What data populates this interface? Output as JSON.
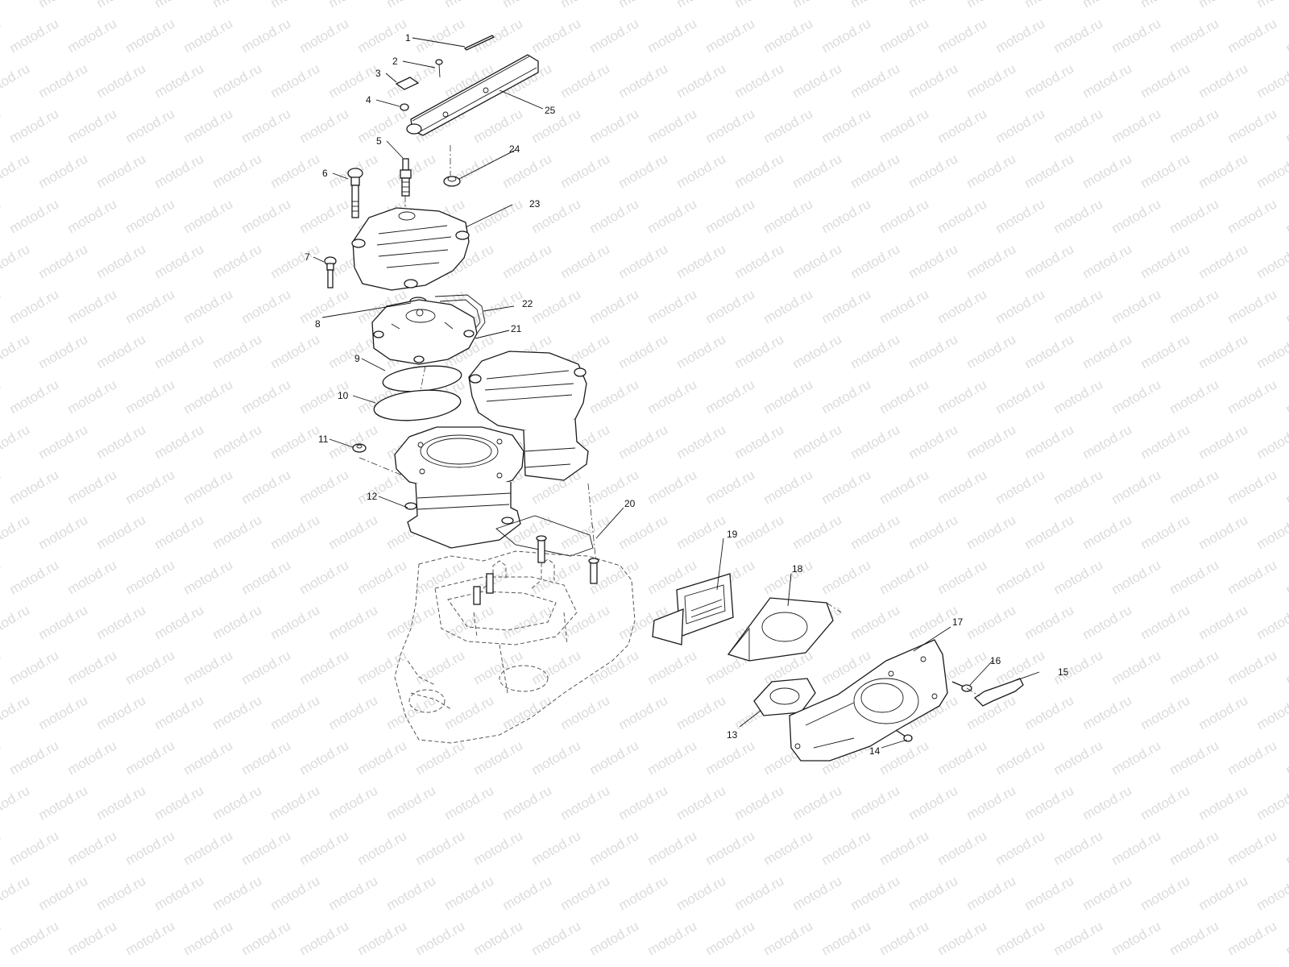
{
  "watermark": {
    "text": "motod.ru"
  },
  "diagram": {
    "callouts": [
      {
        "id": "callout-1",
        "label": "1"
      },
      {
        "id": "callout-2",
        "label": "2"
      },
      {
        "id": "callout-3",
        "label": "3"
      },
      {
        "id": "callout-4",
        "label": "4"
      },
      {
        "id": "callout-5",
        "label": "5"
      },
      {
        "id": "callout-6",
        "label": "6"
      },
      {
        "id": "callout-7",
        "label": "7"
      },
      {
        "id": "callout-8",
        "label": "8"
      },
      {
        "id": "callout-9",
        "label": "9"
      },
      {
        "id": "callout-10",
        "label": "10"
      },
      {
        "id": "callout-11",
        "label": "11"
      },
      {
        "id": "callout-12",
        "label": "12"
      },
      {
        "id": "callout-13",
        "label": "13"
      },
      {
        "id": "callout-14",
        "label": "14"
      },
      {
        "id": "callout-15",
        "label": "15"
      },
      {
        "id": "callout-16",
        "label": "16"
      },
      {
        "id": "callout-17",
        "label": "17"
      },
      {
        "id": "callout-18",
        "label": "18"
      },
      {
        "id": "callout-19",
        "label": "19"
      },
      {
        "id": "callout-20",
        "label": "20"
      },
      {
        "id": "callout-21",
        "label": "21"
      },
      {
        "id": "callout-22",
        "label": "22"
      },
      {
        "id": "callout-23",
        "label": "23"
      },
      {
        "id": "callout-24",
        "label": "24"
      },
      {
        "id": "callout-25",
        "label": "25"
      }
    ]
  }
}
